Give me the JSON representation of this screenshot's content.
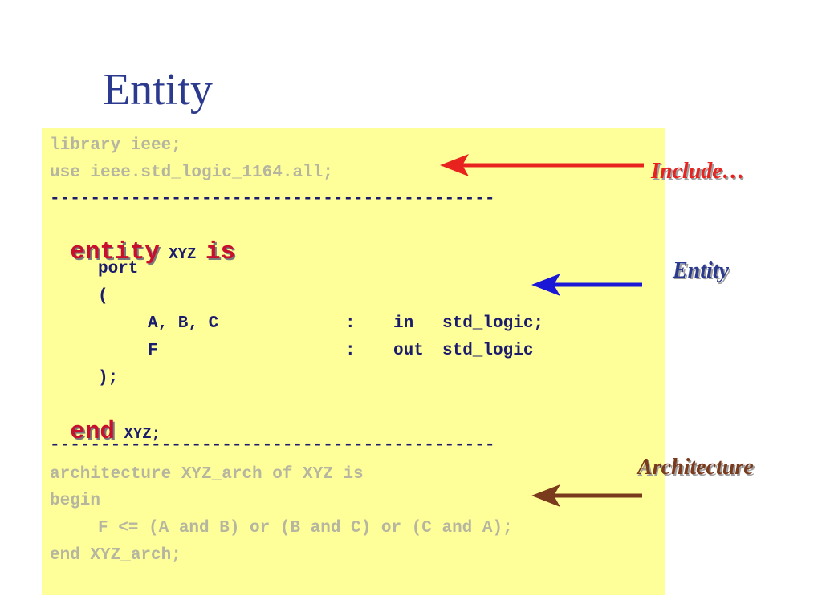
{
  "slide": {
    "title": "Entity"
  },
  "code": {
    "library": "library ieee;",
    "use": "use ieee.std_logic_1164.all;",
    "separator": "--------------------------------------------",
    "entity_kw": "entity",
    "entity_name": "XYZ",
    "is_kw": "is",
    "port": "port",
    "open_paren": "(",
    "port_abc": "A, B, C",
    "port_f": "F",
    "colon": ":",
    "dir_in": "in",
    "dir_out": "out",
    "type_in": "std_logic;",
    "type_out": "std_logic",
    "close_paren": ");",
    "end_kw": "end",
    "end_name": "XYZ;",
    "arch": "architecture XYZ_arch of XYZ is",
    "begin": "begin",
    "stmt": "F <= (A and B) or (B and C) or (C and A);",
    "end_arch": "end XYZ_arch;"
  },
  "annotations": {
    "include": "Include…",
    "entity": "Entity",
    "architecture": "Architecture"
  },
  "colors": {
    "title": "#2b3a8f",
    "code_background": "#ffff99",
    "include_arrow": "#e8231f",
    "entity_arrow": "#1a18d6",
    "architecture_arrow": "#7a3a1c"
  }
}
